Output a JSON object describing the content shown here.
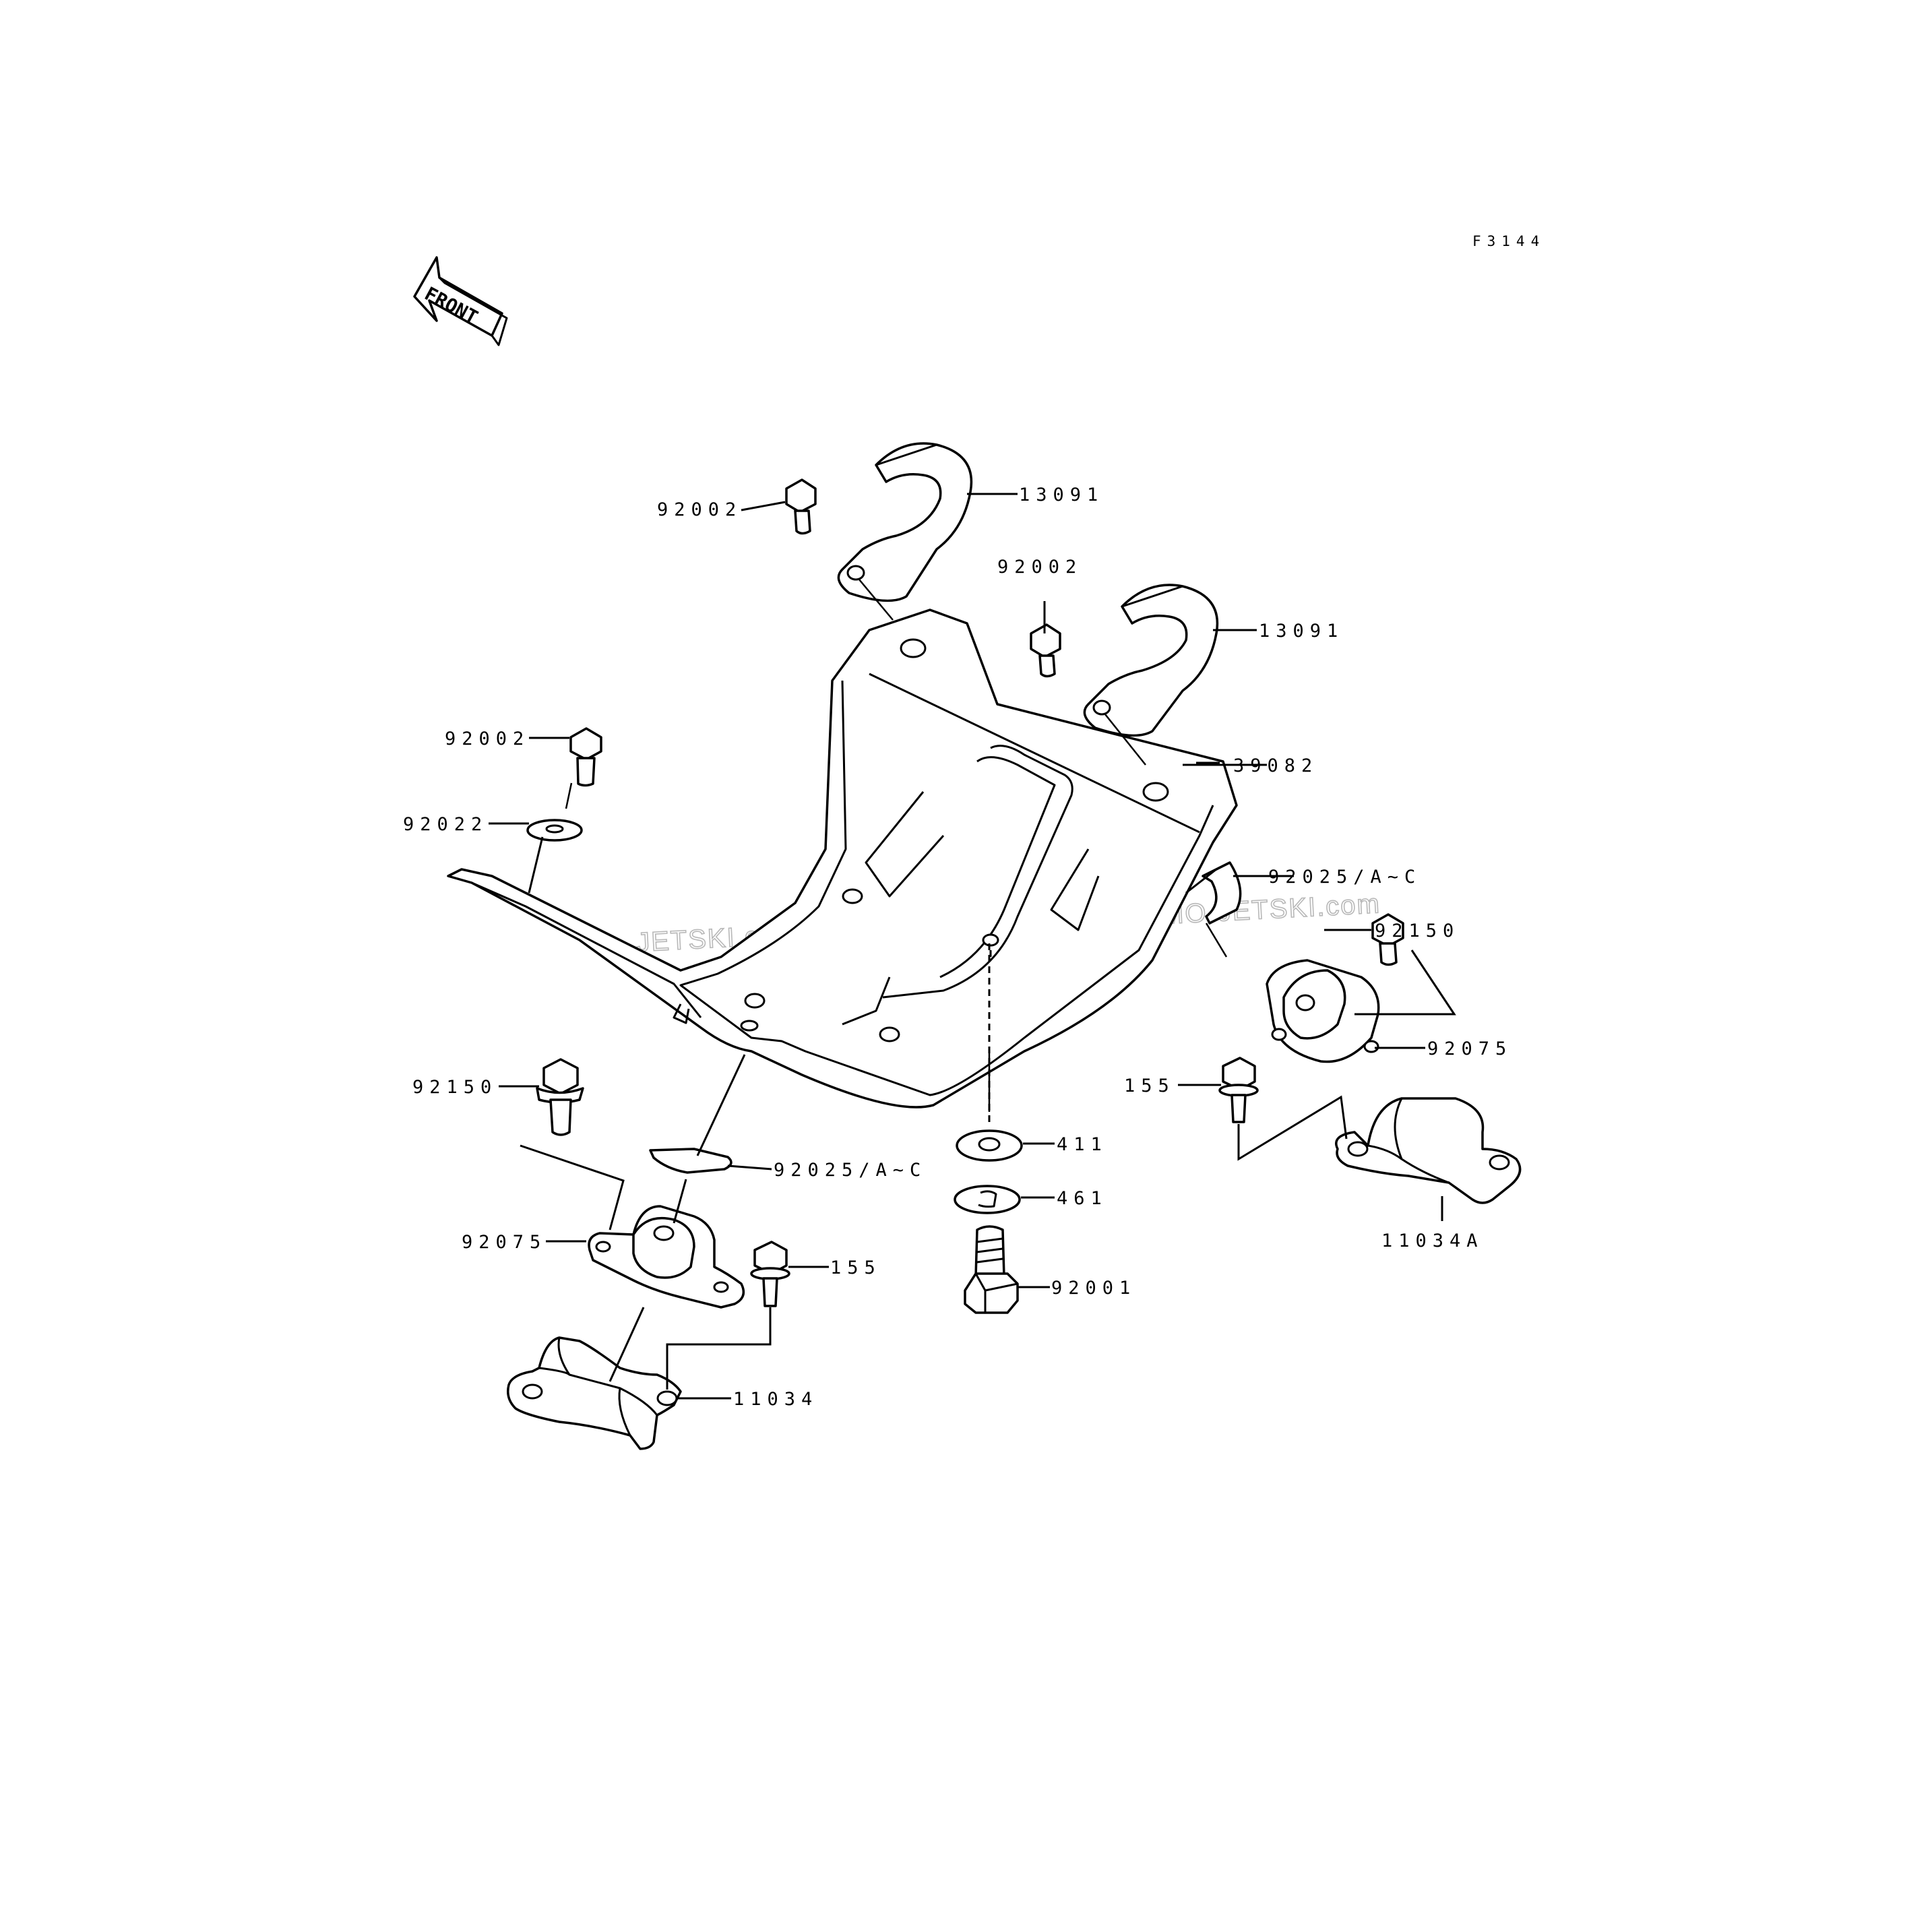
{
  "figure_code": "F3144",
  "front_arrow": {
    "label": "FRONT",
    "icon": "front-direction-arrow-icon"
  },
  "watermark": "JETSKI.com  PROMO-JETSKI.com  PROMO-JETSKI.com",
  "callouts": {
    "bolt_top_left": "92002",
    "clamp_left": "13091",
    "bolt_top_right": "92002",
    "clamp_right": "13091",
    "bracket": "39082",
    "bolt_left": "92002",
    "washer_left": "92022",
    "shim_right": "92025/A~C",
    "bolt_right": "92150",
    "mount_right": "92075",
    "screw_right": "155",
    "bracket_mount_right": "11034A",
    "bolt_far_left": "92150",
    "shim_left": "92025/A~C",
    "mount_left": "92075",
    "screw_left": "155",
    "bracket_mount_left": "11034",
    "washer_center": "411",
    "lock_washer_center": "461",
    "bolt_center": "92001"
  }
}
